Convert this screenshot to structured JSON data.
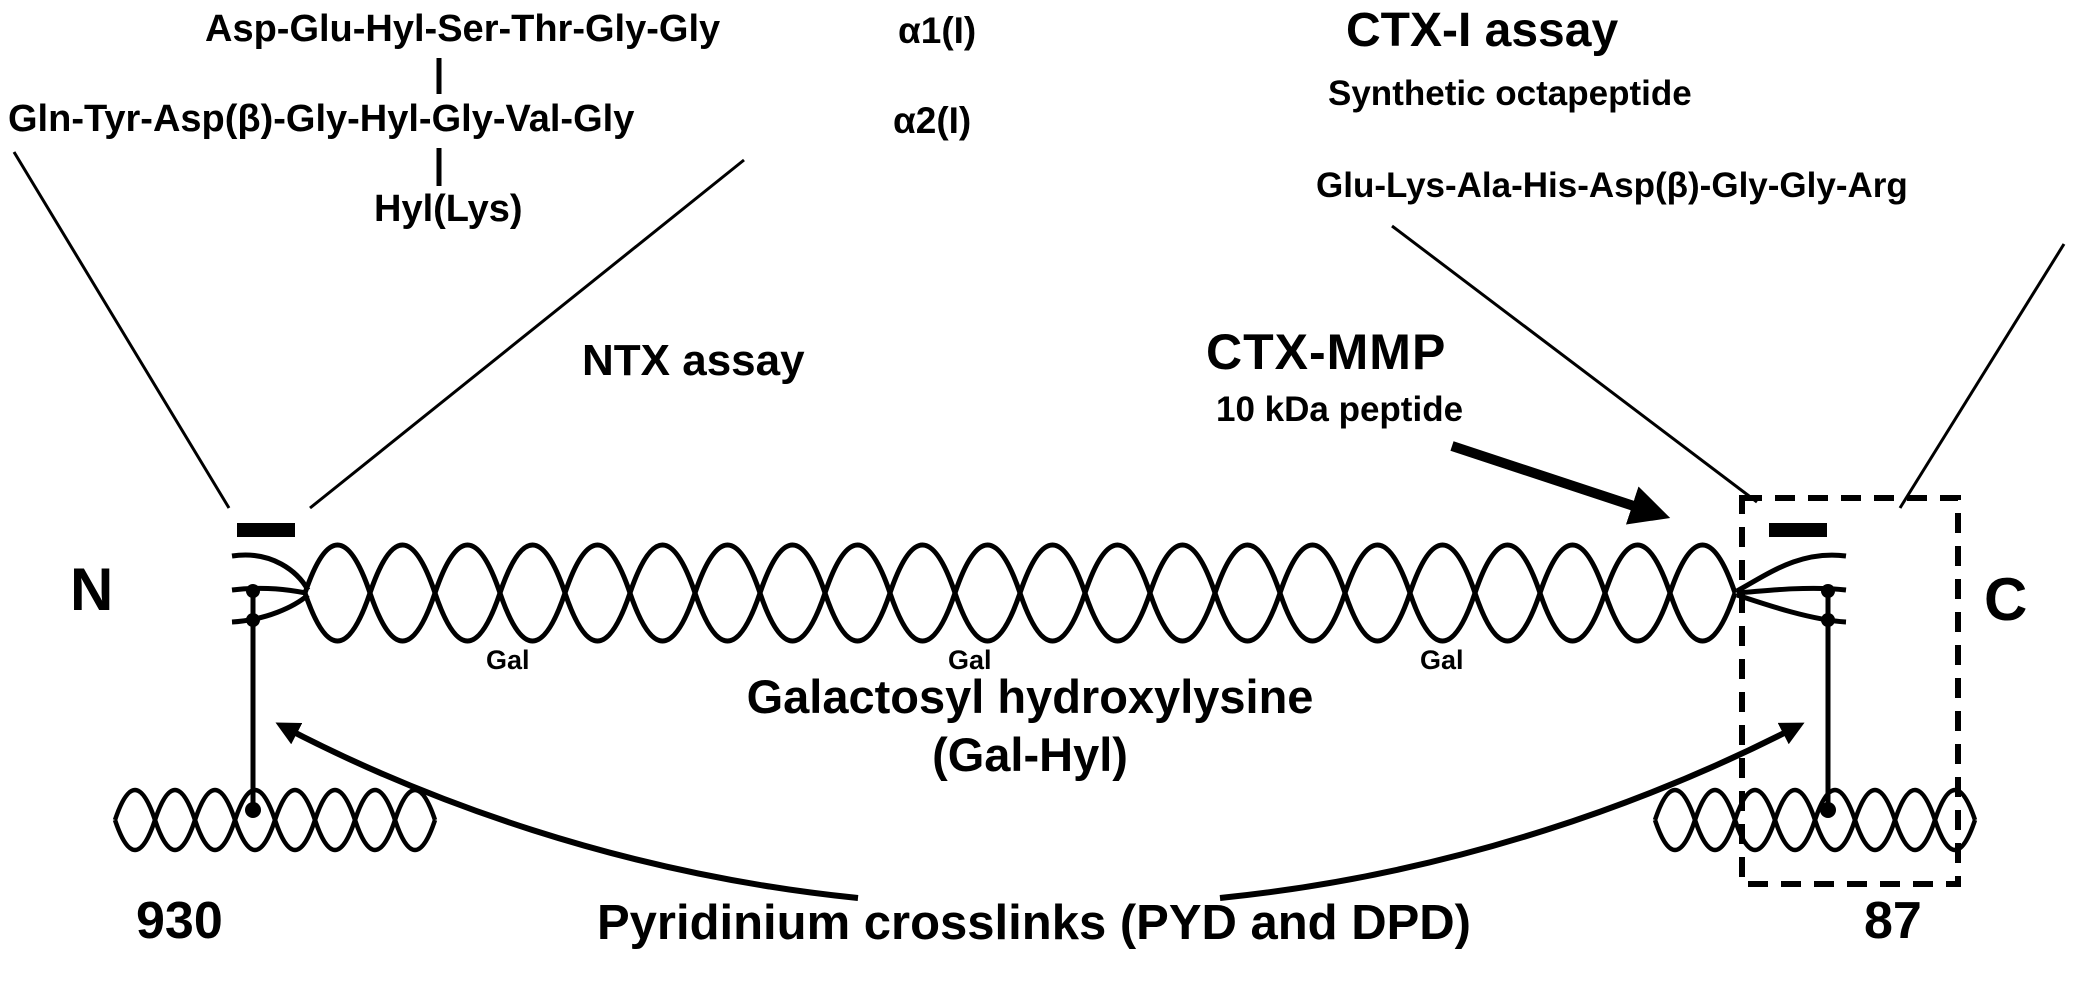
{
  "ntx": {
    "alpha1_seq": "Asp-Glu-Hyl-Ser-Thr-Gly-Gly",
    "alpha1_chain": "α1(I)",
    "alpha2_seq": "Gln-Tyr-Asp(β)-Gly-Hyl-Gly-Val-Gly",
    "alpha2_chain": "α2(I)",
    "hyl_residue": "Hyl(Lys)",
    "assay_label": "NTX assay"
  },
  "ctx": {
    "assay_title": "CTX-I assay",
    "subtitle": "Synthetic octapeptide",
    "sequence": "Glu-Lys-Ala-His-Asp(β)-Gly-Gly-Arg",
    "mmp_label": "CTX-MMP",
    "mmp_sub": "10 kDa peptide"
  },
  "molecule": {
    "n_terminus": "N",
    "c_terminus": "C",
    "gal_labels": [
      "Gal",
      "Gal",
      "Gal"
    ],
    "left_residue_number": "930",
    "right_residue_number": "87"
  },
  "annotations": {
    "gal_hyl_line1": "Galactosyl hydroxylysine",
    "gal_hyl_line2": "(Gal-Hyl)",
    "pyridinium_label": "Pyridinium crosslinks (PYD and DPD)"
  },
  "colors": {
    "ink": "#000000",
    "background": "#ffffff"
  }
}
